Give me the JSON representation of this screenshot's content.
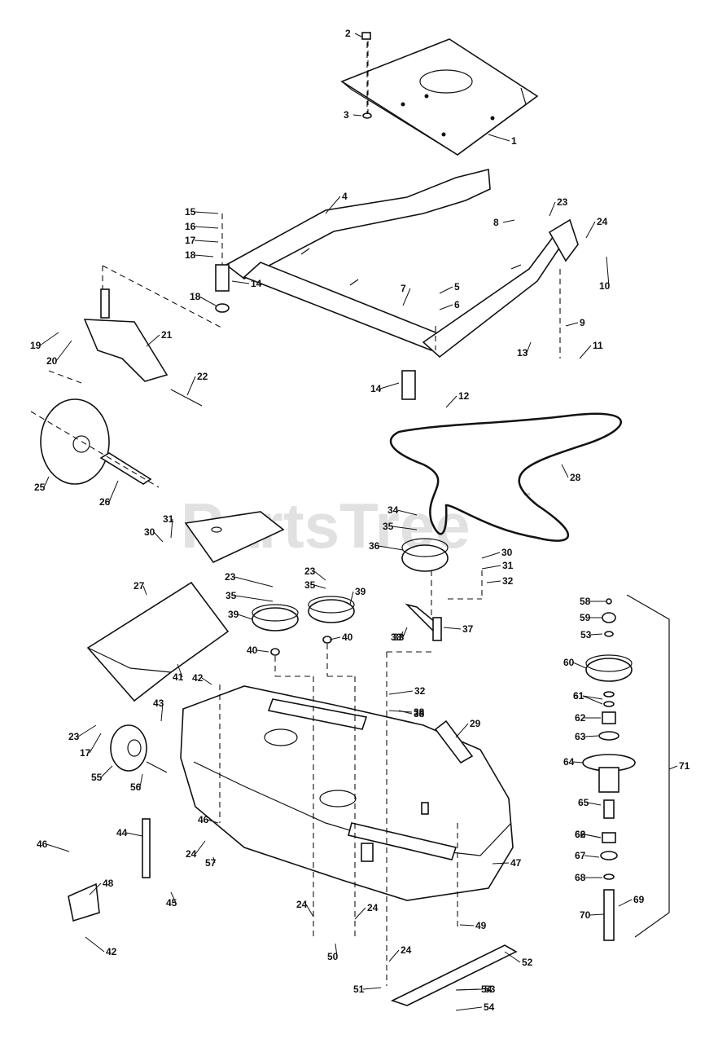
{
  "watermark": "PartsTree",
  "watermark_tm": "™",
  "callouts": [
    "1",
    "2",
    "3",
    "4",
    "5",
    "6",
    "7",
    "8",
    "9",
    "10",
    "11",
    "12",
    "13",
    "14",
    "15",
    "16",
    "17",
    "18",
    "19",
    "20",
    "21",
    "22",
    "23",
    "24",
    "25",
    "26",
    "27",
    "28",
    "29",
    "30",
    "31",
    "32",
    "33",
    "34",
    "35",
    "36",
    "37",
    "38",
    "39",
    "40",
    "41",
    "42",
    "43",
    "44",
    "45",
    "46",
    "47",
    "48",
    "49",
    "50",
    "51",
    "52",
    "53",
    "54",
    "55",
    "56",
    "57",
    "58",
    "59",
    "60",
    "61",
    "62",
    "63",
    "64",
    "65",
    "66",
    "67",
    "68",
    "69",
    "70",
    "71"
  ]
}
